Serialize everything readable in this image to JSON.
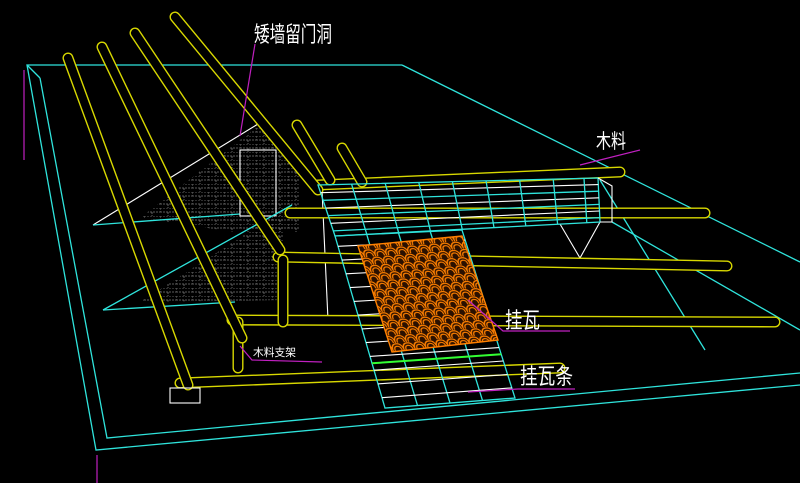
{
  "drawing": {
    "labels": {
      "door_opening": "矮墙留门洞",
      "timber": "木料",
      "tile": "挂瓦",
      "tile_batten": "挂瓦条",
      "timber_support": "木料支架"
    },
    "colors": {
      "background": "#000000",
      "outline": "#2fe4dc",
      "timber": "#d8d800",
      "edge": "#ffffff",
      "leader": "#c020c0",
      "tile": "#ff8000",
      "hatch": "#7a7a7a",
      "batten_highlight": "#33ff33"
    }
  }
}
